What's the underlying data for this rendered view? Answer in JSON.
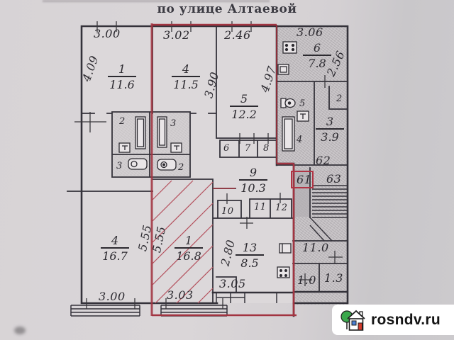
{
  "title": "по улице Алтаевой",
  "watermark": {
    "text": "rosndv.ru"
  },
  "dims": {
    "top1": "3.00",
    "top2": "3.02",
    "top3": "2.46",
    "top4": "3.06",
    "left1": "4.09",
    "v390": "3.90",
    "v497": "4.97",
    "v256": "2.56",
    "v555a": "5.55",
    "v555b": "5.55",
    "v280": "2.80",
    "bot1": "3.00",
    "bot2": "3.03",
    "bot3": "3.05",
    "rb1": "11.0",
    "rb2": "1.0",
    "rb3": "1.3"
  },
  "rooms": {
    "r1t": {
      "num": "1",
      "area": "11.6"
    },
    "r4t": {
      "num": "4",
      "area": "11.5"
    },
    "r5": {
      "num": "5",
      "area": "12.2"
    },
    "r6": {
      "num": "6",
      "area": "7.8"
    },
    "r3": {
      "num": "3",
      "area": "3.9"
    },
    "r9": {
      "num": "9",
      "area": "10.3"
    },
    "r4b": {
      "num": "4",
      "area": "16.7"
    },
    "r1b": {
      "num": "1",
      "area": "16.8"
    },
    "r13": {
      "num": "13",
      "area": "8.5"
    }
  },
  "units": {
    "u61": "61",
    "u62": "62",
    "u63": "63"
  },
  "closets": {
    "c6": "6",
    "c7": "7",
    "c8": "8",
    "c10": "10",
    "c11": "11",
    "c12": "12"
  },
  "fixtures": {
    "bathL": "2",
    "bathR": "3",
    "wcL": "3",
    "wcR": "2",
    "wc5": "5",
    "bath4": "4",
    "closet2": "2"
  }
}
